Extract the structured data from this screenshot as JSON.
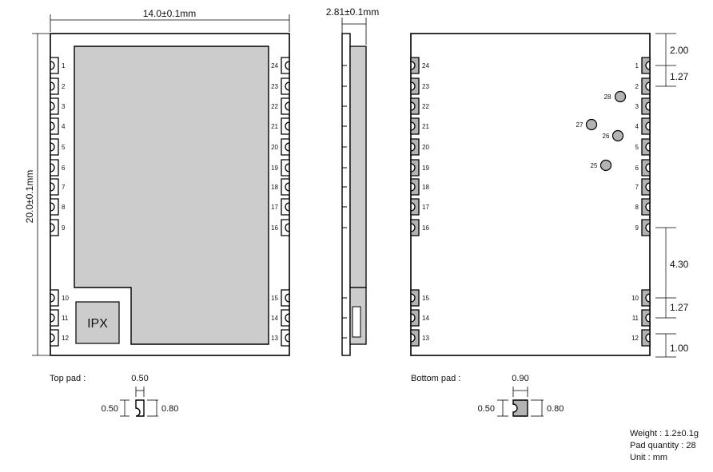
{
  "colors": {
    "outline": "#000000",
    "shield_fill": "#cccccc",
    "pad_fill": "#b3b3b3",
    "background": "#ffffff"
  },
  "top_view": {
    "width_label": "14.0±0.1mm",
    "height_label": "20.0±0.1mm",
    "antenna_label": "IPX",
    "left_pins": [
      "1",
      "2",
      "3",
      "4",
      "5",
      "6",
      "7",
      "8",
      "9",
      "10",
      "11",
      "12"
    ],
    "right_pins": [
      "24",
      "23",
      "22",
      "21",
      "20",
      "19",
      "18",
      "17",
      "16",
      "15",
      "14",
      "13"
    ]
  },
  "side_view": {
    "thickness_label": "2.81±0.1mm"
  },
  "bottom_view": {
    "left_pins": [
      "24",
      "23",
      "22",
      "21",
      "20",
      "19",
      "18",
      "17",
      "16",
      "15",
      "14",
      "13"
    ],
    "right_pins": [
      "1",
      "2",
      "3",
      "4",
      "5",
      "6",
      "7",
      "8",
      "9",
      "10",
      "11",
      "12"
    ],
    "inner_pads": [
      "28",
      "27",
      "26",
      "25"
    ],
    "dims": [
      "2.00",
      "1.27",
      "4.30",
      "1.27",
      "1.00"
    ]
  },
  "top_pad": {
    "title": "Top pad :",
    "width": "0.50",
    "length": "0.50",
    "height": "0.80"
  },
  "bottom_pad": {
    "title": "Bottom pad :",
    "width": "0.90",
    "length": "0.50",
    "height": "0.80"
  },
  "specs": {
    "weight": "Weight : 1.2±0.1g",
    "pads": "Pad quantity : 28",
    "unit": "Unit : mm"
  }
}
